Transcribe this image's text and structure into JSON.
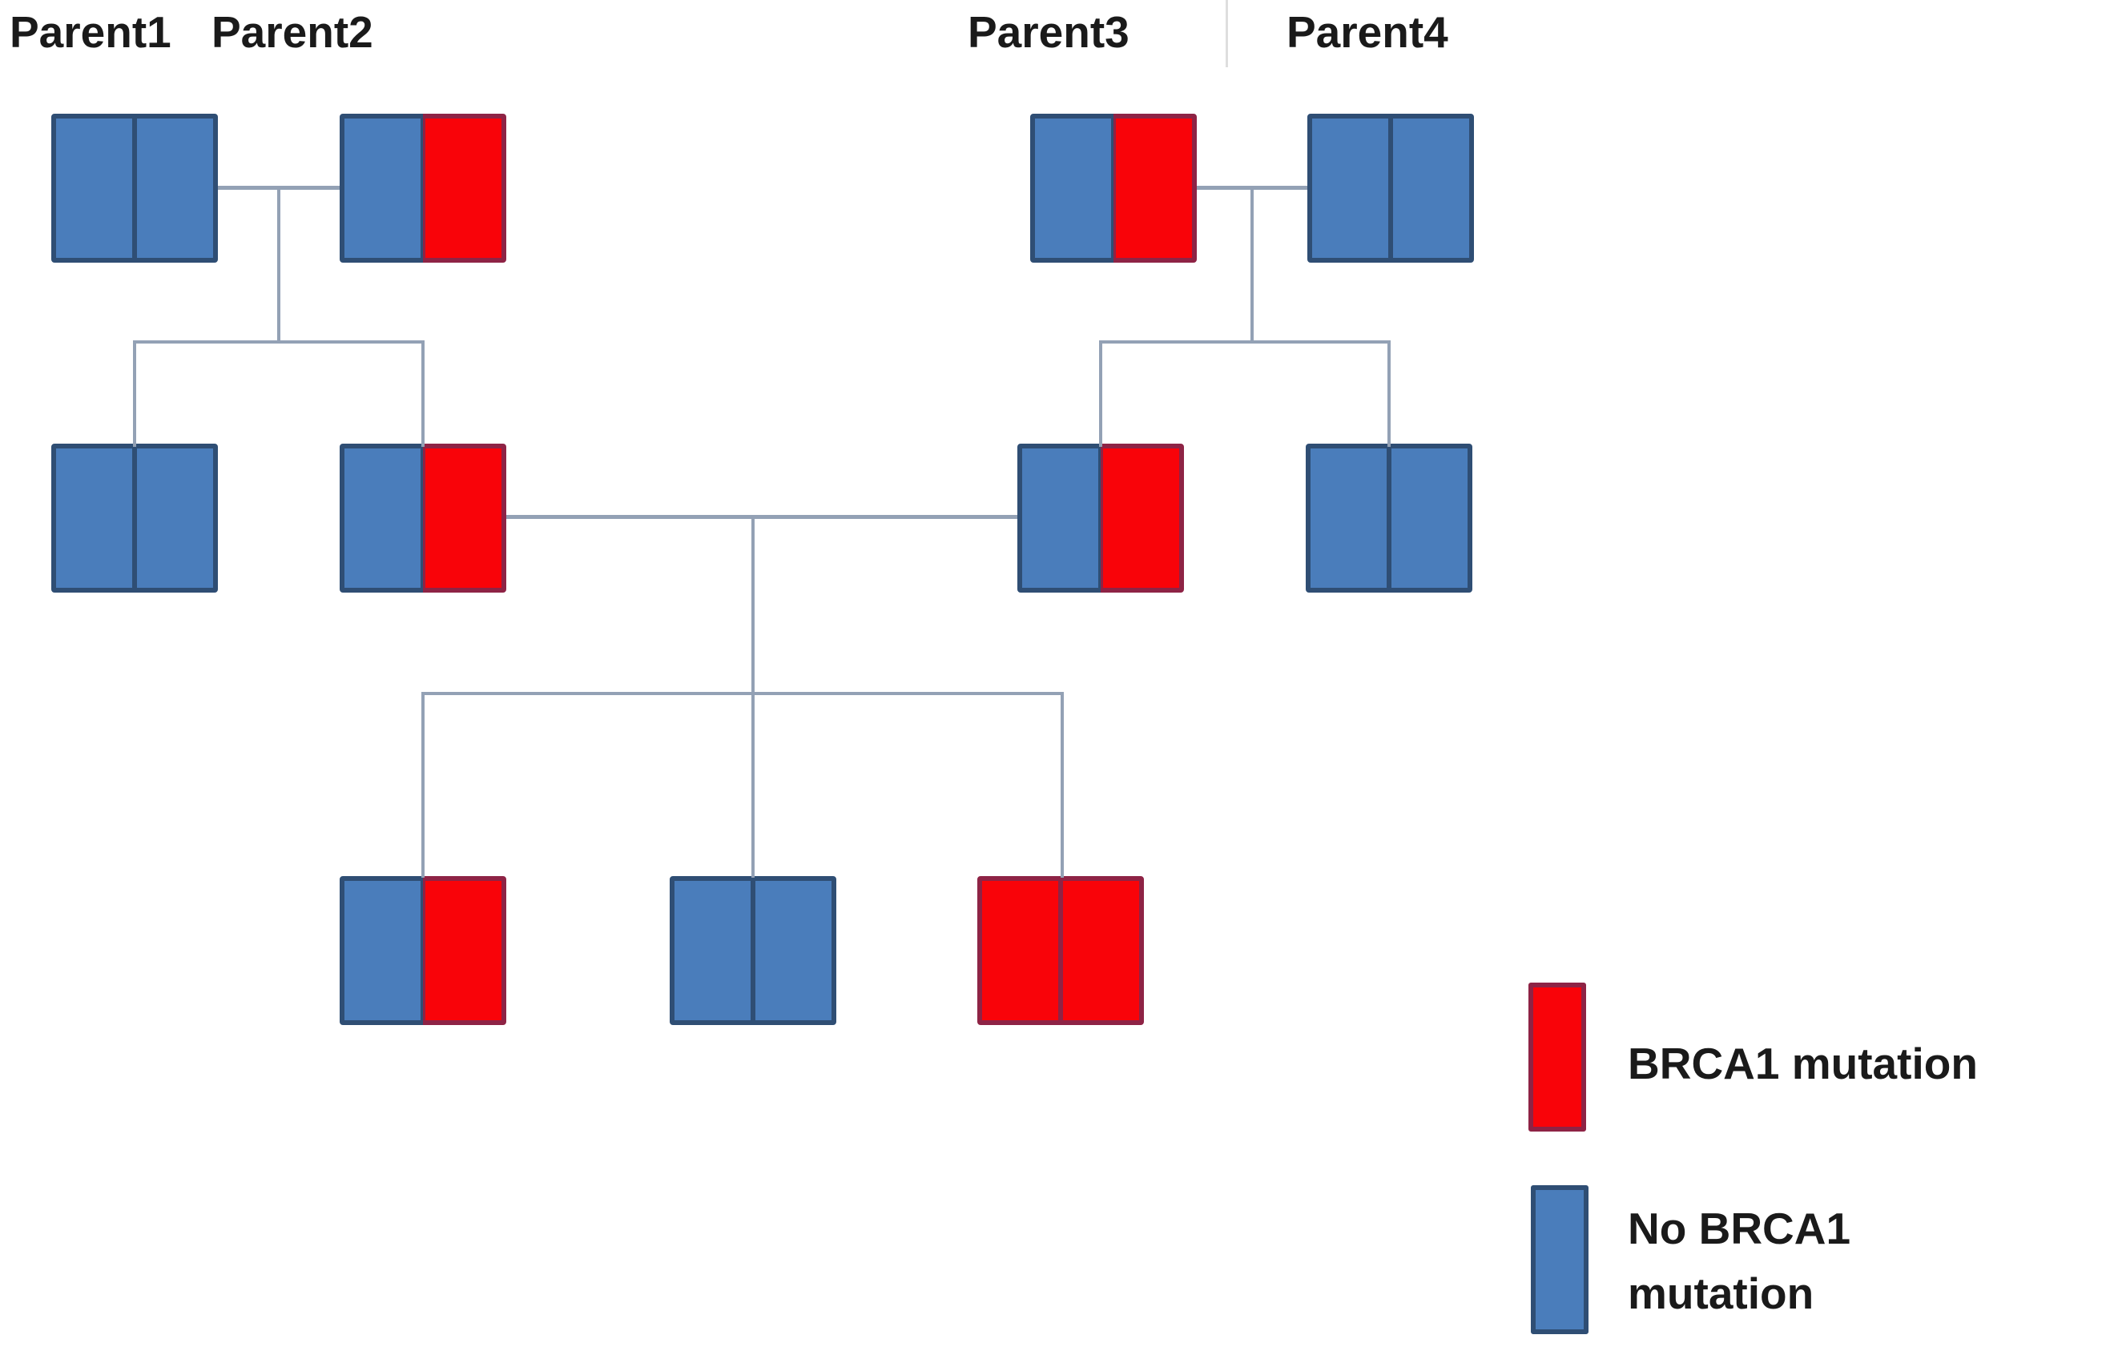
{
  "figure": {
    "type": "pedigree-diagram",
    "labels": {
      "parent1": "Parent1",
      "parent2": "Parent2",
      "parent3": "Parent3",
      "parent4": "Parent4"
    },
    "legend": {
      "items": [
        {
          "allele": "mutation",
          "label": "BRCA1 mutation"
        },
        {
          "allele": "normal",
          "label_line1": "No BRCA1",
          "label_line2": "mutation"
        }
      ]
    },
    "colors": {
      "fill": {
        "mutation": "#f90309",
        "normal": "#4a7dbb"
      },
      "border": {
        "mutation": "#8e2345",
        "normal": "#2f4e74"
      },
      "line": "#93a1b5",
      "label_divider": "#dedede",
      "text": "#1a1a1a"
    },
    "individuals": [
      {
        "id": "p1",
        "generation": 1,
        "name": "Parent1",
        "alleles": [
          "normal",
          "normal"
        ]
      },
      {
        "id": "p2",
        "generation": 1,
        "name": "Parent2",
        "alleles": [
          "normal",
          "mutation"
        ]
      },
      {
        "id": "p3",
        "generation": 1,
        "name": "Parent3",
        "alleles": [
          "normal",
          "mutation"
        ]
      },
      {
        "id": "p4",
        "generation": 1,
        "name": "Parent4",
        "alleles": [
          "normal",
          "normal"
        ]
      },
      {
        "id": "c1",
        "generation": 2,
        "parents": [
          "p1",
          "p2"
        ],
        "alleles": [
          "normal",
          "normal"
        ]
      },
      {
        "id": "c2",
        "generation": 2,
        "parents": [
          "p1",
          "p2"
        ],
        "alleles": [
          "normal",
          "mutation"
        ]
      },
      {
        "id": "c3",
        "generation": 2,
        "parents": [
          "p3",
          "p4"
        ],
        "alleles": [
          "normal",
          "mutation"
        ]
      },
      {
        "id": "c4",
        "generation": 2,
        "parents": [
          "p3",
          "p4"
        ],
        "alleles": [
          "normal",
          "normal"
        ]
      },
      {
        "id": "g1",
        "generation": 3,
        "parents": [
          "c2",
          "c3"
        ],
        "alleles": [
          "normal",
          "mutation"
        ]
      },
      {
        "id": "g2",
        "generation": 3,
        "parents": [
          "c2",
          "c3"
        ],
        "alleles": [
          "normal",
          "normal"
        ]
      },
      {
        "id": "g3",
        "generation": 3,
        "parents": [
          "c2",
          "c3"
        ],
        "alleles": [
          "mutation",
          "mutation"
        ]
      }
    ]
  }
}
